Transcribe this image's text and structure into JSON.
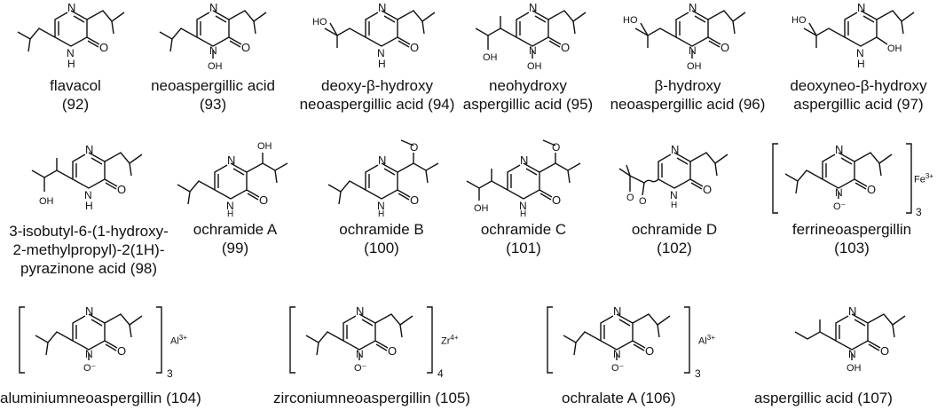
{
  "row1": [
    {
      "name": "flavacol",
      "num": "(92)",
      "lines": [
        "flavacol",
        "(92)"
      ]
    },
    {
      "name": "neoaspergillic acid",
      "num": "(93)",
      "lines": [
        "neoaspergillic acid",
        "(93)"
      ]
    },
    {
      "name": "deoxy-β-hydroxy neoaspergillic acid",
      "num": "(94)",
      "lines": [
        "deoxy-β-hydroxy",
        "neoaspergillic acid (94)"
      ]
    },
    {
      "name": "neohydroxy aspergillic acid",
      "num": "(95)",
      "lines": [
        "neohydroxy",
        "aspergillic acid (95)"
      ]
    },
    {
      "name": "β-hydroxy neoaspergillic acid",
      "num": "(96)",
      "lines": [
        "β-hydroxy",
        "neoaspergillic acid (96)"
      ]
    },
    {
      "name": "deoxyneo-β-hydroxy aspergillic acid",
      "num": "(97)",
      "lines": [
        "deoxyneo-β-hydroxy",
        "aspergillic acid (97)"
      ]
    }
  ],
  "row2": [
    {
      "lines": [
        "3-isobutyl-6-(1-hydroxy-",
        "2-methylpropyl)-2(1H)-",
        "pyrazinone acid (98)"
      ]
    },
    {
      "lines": [
        "ochramide A",
        "(99)"
      ]
    },
    {
      "lines": [
        "ochramide B",
        "(100)"
      ]
    },
    {
      "lines": [
        "ochramide C",
        "(101)"
      ]
    },
    {
      "lines": [
        "ochramide D",
        "(102)"
      ]
    },
    {
      "lines": [
        "ferrineoaspergillin",
        "(103)"
      ]
    }
  ],
  "row3": [
    {
      "label": "aluminiumneoaspergillin (104)"
    },
    {
      "label": "zirconiumneoaspergillin (105)"
    },
    {
      "label": "ochralate A (106)"
    },
    {
      "label": "aspergillic acid (107)"
    }
  ],
  "atoms": {
    "N": "N",
    "O": "O",
    "H": "H",
    "NH": "N",
    "HN": "H",
    "OH": "OH",
    "HO": "HO",
    "Ominus": "O⁻",
    "methoxyO": "O"
  },
  "complexes": {
    "fe": {
      "metal": "Fe",
      "charge": "3+",
      "n": "3"
    },
    "al": {
      "metal": "Al",
      "charge": "3+",
      "n": "3"
    },
    "zr": {
      "metal": "Zr",
      "charge": "4+",
      "n": "4"
    },
    "al2": {
      "metal": "Al",
      "charge": "3+",
      "n": "3"
    }
  }
}
